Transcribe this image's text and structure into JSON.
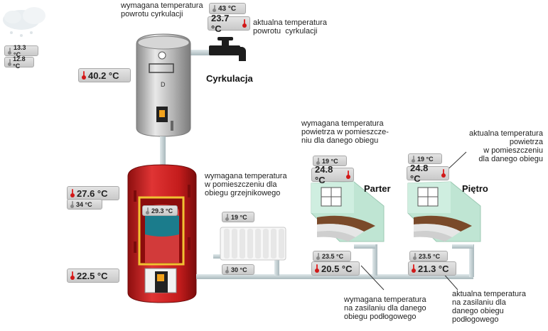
{
  "weather": {
    "temp_1": "13.3 °C",
    "temp_2": "12.8 °C"
  },
  "circulation": {
    "required_label": "wymagana temperatura\npowrotu cyrkulacji",
    "required_value": "43 °C",
    "actual_value": "23.7 °C",
    "actual_label": "aktualna temperatura\npowrotu  cyrkulacji",
    "tap_label": "Cyrkulacja"
  },
  "boiler_upper": {
    "temp": "40.2 °C"
  },
  "buffer_tank": {
    "top_temp": "27.6 °C",
    "top_required": "34 °C",
    "inner_temp": "29.3 °C",
    "bottom_temp": "22.5 °C"
  },
  "radiator": {
    "label": "wymagana temperatura\nw pomieszczeniu dla\nobiegu grzejnikowego",
    "room_required": "19 °C",
    "supply_temp": "30 °C"
  },
  "zone_parter": {
    "name": "Parter",
    "note_above": "wymagana temperatura\npowietrza w pomieszcze-\nniu dla danego obiegu",
    "room_required": "19 °C",
    "room_actual": "24.8 °C",
    "supply_required": "23.5 °C",
    "supply_actual": "20.5 °C",
    "note_below": "wymagana temperatura\nna zasilaniu dla danego\nobiegu podłogowego"
  },
  "zone_pietro": {
    "name": "Piętro",
    "note_above": "aktualna temperatura\npowietrza\nw pomieszczeniu\ndla danego obiegu",
    "room_required": "19 °C",
    "room_actual": "24.8 °C",
    "supply_required": "23.5 °C",
    "supply_actual": "21.3 °C",
    "note_below": "aktualna temperatura\nna zasilaniu dla\ndanego obiegu\npodłogowego"
  },
  "colors": {
    "tank_red": "#cc1f1f",
    "steel": "#b9b9b9",
    "pipe": "#c8d3d6",
    "house_green": "#bfe5d3"
  },
  "icons": [
    "weather-cloud-icon",
    "thermometer-icon",
    "water-tap-icon",
    "window-icon",
    "radiator-icon"
  ]
}
